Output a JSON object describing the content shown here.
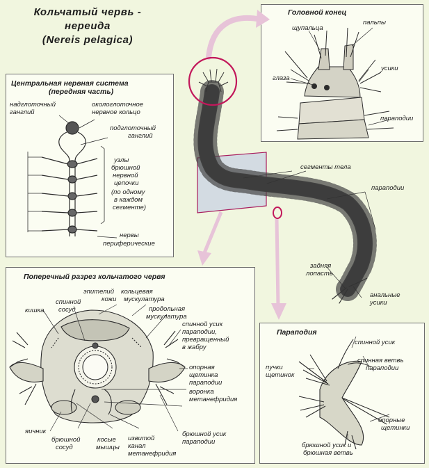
{
  "title": {
    "line1": "Кольчатый червь -",
    "line2": "нереида",
    "line3": "(Nereis pelagica)"
  },
  "head_panel": {
    "title": "Головной конец",
    "labels": {
      "tentacles": "щупальца",
      "palps": "пальпы",
      "antennae": "усики",
      "eyes": "глаза",
      "parapodia": "параподии"
    }
  },
  "cns_panel": {
    "title_line1": "Центральная нервная система",
    "title_line2": "(передняя часть)",
    "labels": {
      "supra_1": "надглоточный",
      "supra_2": "ганглий",
      "peri_1": "окологлоточное",
      "peri_2": "нервное кольцо",
      "sub_1": "подглоточный",
      "sub_2": "ганглий",
      "chain_1": "узлы",
      "chain_2": "брюшной",
      "chain_3": "нервной",
      "chain_4": "цепочки",
      "chain_5": "(по одному",
      "chain_6": "в каждом",
      "chain_7": "сегменте)",
      "nerves_1": "нервы",
      "nerves_2": "периферические"
    }
  },
  "body_labels": {
    "segments": "сегменты тела",
    "parapodia": "параподии",
    "rear_1": "задняя",
    "rear_2": "лопасть",
    "anal_1": "анальные",
    "anal_2": "усики"
  },
  "section_panel": {
    "title": "Поперечный разрез кольчатого червя",
    "labels": {
      "intestine": "кишка",
      "dorsal_vessel_1": "спинной",
      "dorsal_vessel_2": "сосуд",
      "epithelium_1": "эпителий",
      "epithelium_2": "кожи",
      "ring_1": "кольцевая",
      "ring_2": "мускулатура",
      "long_1": "продольная",
      "long_2": "мускулатура",
      "dorsal_cirrus_1": "спинной усик",
      "dorsal_cirrus_2": "параподии,",
      "dorsal_cirrus_3": "превращенный",
      "dorsal_cirrus_4": "в жабру",
      "support_1": "опорная",
      "support_2": "щетинка",
      "support_3": "параподии",
      "funnel_1": "воронка",
      "funnel_2": "метанефридия",
      "ovary": "яичник",
      "ventral_vessel_1": "брюшной",
      "ventral_vessel_2": "сосуд",
      "oblique_1": "косые",
      "oblique_2": "мышцы",
      "canal_1": "извитой",
      "canal_2": "канал",
      "canal_3": "метанефридия",
      "ventral_cirrus_1": "брюшной усик",
      "ventral_cirrus_2": "параподии"
    }
  },
  "parapod_panel": {
    "title": "Параподия",
    "labels": {
      "dorsal_cirrus": "спинной усик",
      "dorsal_branch_1": "спинная ветвь",
      "dorsal_branch_2": "параподии",
      "bundles_1": "пучки",
      "bundles_2": "щетинок",
      "support_1": "опорные",
      "support_2": "щетинки",
      "ventral_1": "брюшной усик и",
      "ventral_2": "брюшная ветвь"
    }
  },
  "colors": {
    "background": "#f1f6df",
    "panel": "#fbfdf2",
    "highlight_ring": "#c2185b",
    "arrow": "#e7c3d8",
    "section_window": "#b9c5e3"
  }
}
